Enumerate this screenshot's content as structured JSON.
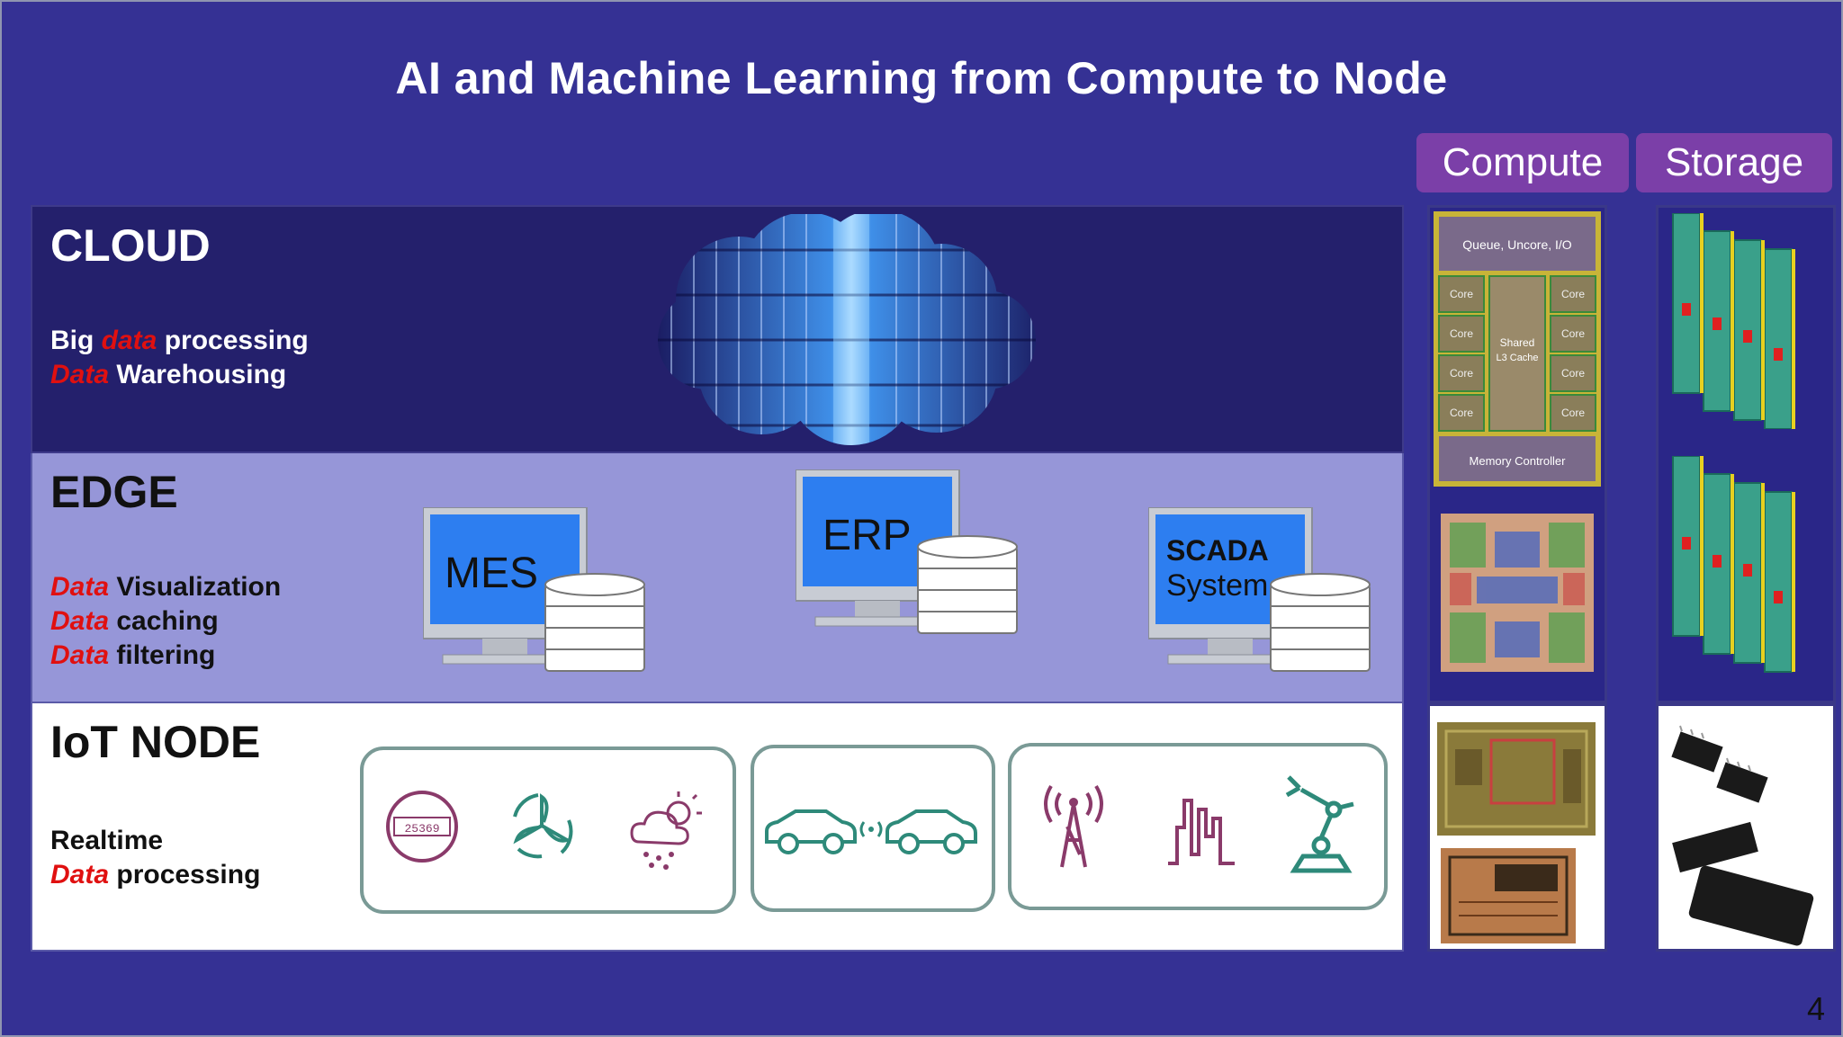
{
  "title": "AI and Machine Learning from Compute to Node",
  "tabs": {
    "compute": "Compute",
    "storage": "Storage"
  },
  "cloud": {
    "title": "CLOUD",
    "lines": [
      {
        "pre": "Big ",
        "red": "data",
        "post": " processing"
      },
      {
        "pre": "",
        "red": "Data",
        "post": " Warehousing"
      }
    ]
  },
  "edge": {
    "title": "EDGE",
    "lines": [
      {
        "red": "Data",
        "post": " Visualization"
      },
      {
        "red": "Data",
        "post": " caching"
      },
      {
        "red": "Data",
        "post": " filtering"
      }
    ],
    "systems": {
      "mes": "MES",
      "erp": "ERP",
      "scada_line1": "SCADA",
      "scada_line2": "System"
    }
  },
  "iot": {
    "title": "IoT NODE",
    "line1": "Realtime",
    "line2_red": "Data",
    "line2_post": " processing",
    "meter_digits": "25369"
  },
  "die": {
    "top_label": "Queue, Uncore, I/O",
    "core": "Core",
    "shared": "Shared",
    "l3": "L3 Cache",
    "mem": "Memory Controller"
  },
  "page_number": "4",
  "colors": {
    "background": "#353194",
    "tab": "#7b3fa8",
    "cloud": "#24206c",
    "edge": "#9696d8",
    "accent_red": "#e01010",
    "device_border": "#7a9a96"
  }
}
